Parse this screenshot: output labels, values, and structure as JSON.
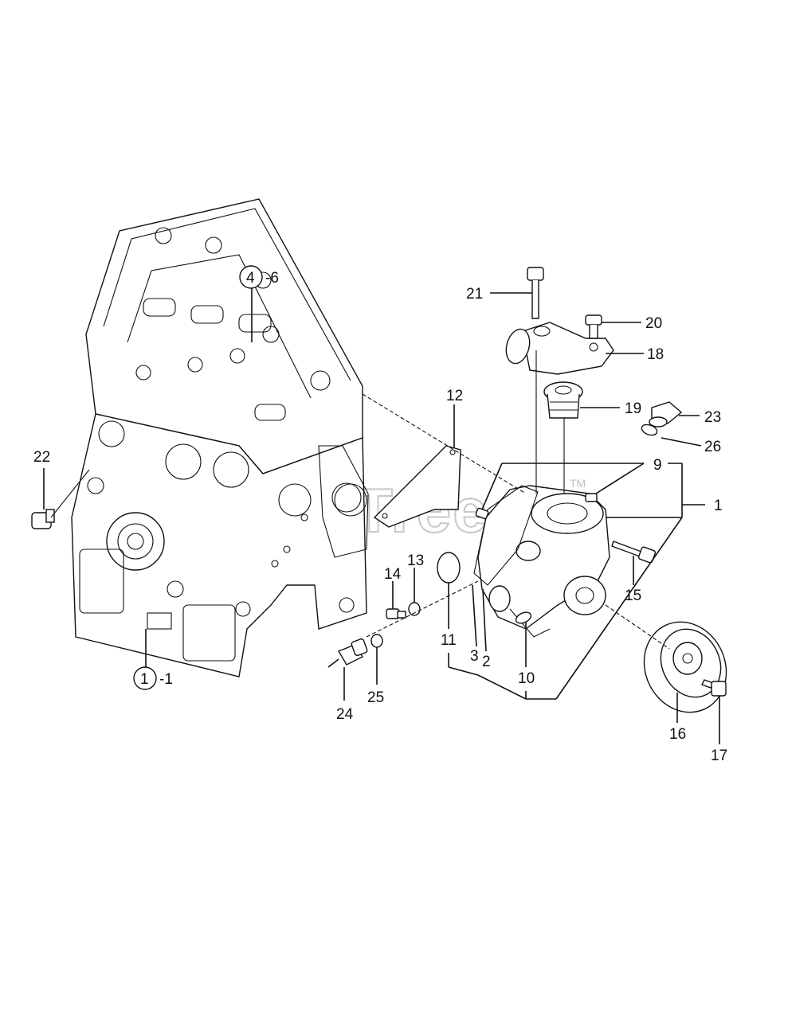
{
  "watermark": {
    "text": "PartsTree",
    "tm": "TM"
  },
  "labels": {
    "l1": "1",
    "l1_1": "1",
    "l1_1_suffix": "-1",
    "l2": "2",
    "l3": "3",
    "l4": "4",
    "l4_suffix": "-6",
    "l9": "9",
    "l10": "10",
    "l11": "11",
    "l12": "12",
    "l13": "13",
    "l14": "14",
    "l15": "15",
    "l16": "16",
    "l17": "17",
    "l18": "18",
    "l19": "19",
    "l20": "20",
    "l21": "21",
    "l22": "22",
    "l23": "23",
    "l24": "24",
    "l25": "25",
    "l26": "26"
  }
}
